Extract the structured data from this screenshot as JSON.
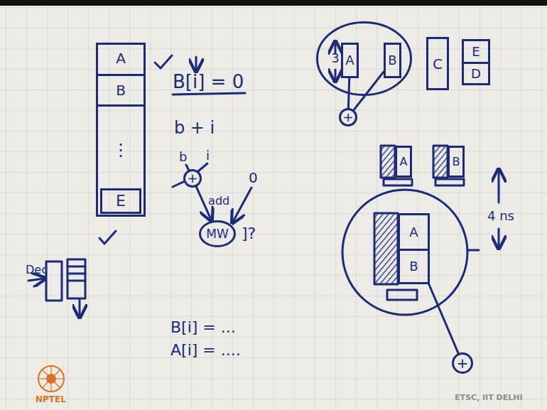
{
  "diagram": {
    "nodes": [
      {
        "text": [
          "⋮"
        ]
      },
      {
        "text": [
          "A"
        ],
        "in": 0
      },
      {
        "text": [
          "B"
        ],
        "in": 0
      },
      {
        "text": [
          "E"
        ],
        "in": 0
      },
      {
        "text": [
          "+"
        ]
      },
      {
        "text": [
          "MW"
        ]
      },
      {
        "text": [
          "3"
        ]
      },
      {
        "text": [
          "A"
        ],
        "in": 6
      },
      {
        "text": [
          "B"
        ],
        "in": 6
      },
      {
        "text": [
          "+"
        ]
      },
      {
        "text": [
          "C"
        ]
      },
      {
        "text": [
          "E",
          "D"
        ]
      },
      {
        "text": [
          "A"
        ]
      },
      {
        "text": [
          "B"
        ]
      },
      {
        "text": [
          "A",
          "B"
        ]
      },
      {
        "text": [
          "+"
        ]
      }
    ],
    "edges": [
      {
        "from": 4,
        "to": 5,
        "label": "add",
        "arrow": "to"
      },
      {
        "from": 7,
        "to": 9,
        "arrow": "none"
      },
      {
        "from": 8,
        "to": 9,
        "arrow": "none"
      },
      {
        "from": 14,
        "to": 15,
        "arrow": "none"
      }
    ],
    "labels": [
      "B[i] = 0",
      "b + i",
      "b",
      "i",
      "0",
      "]?",
      "B[i] = ...",
      "A[i] = ....",
      "Dec",
      "4 ns",
      "NPTEL",
      "ETSC, IIT DELHI"
    ]
  }
}
